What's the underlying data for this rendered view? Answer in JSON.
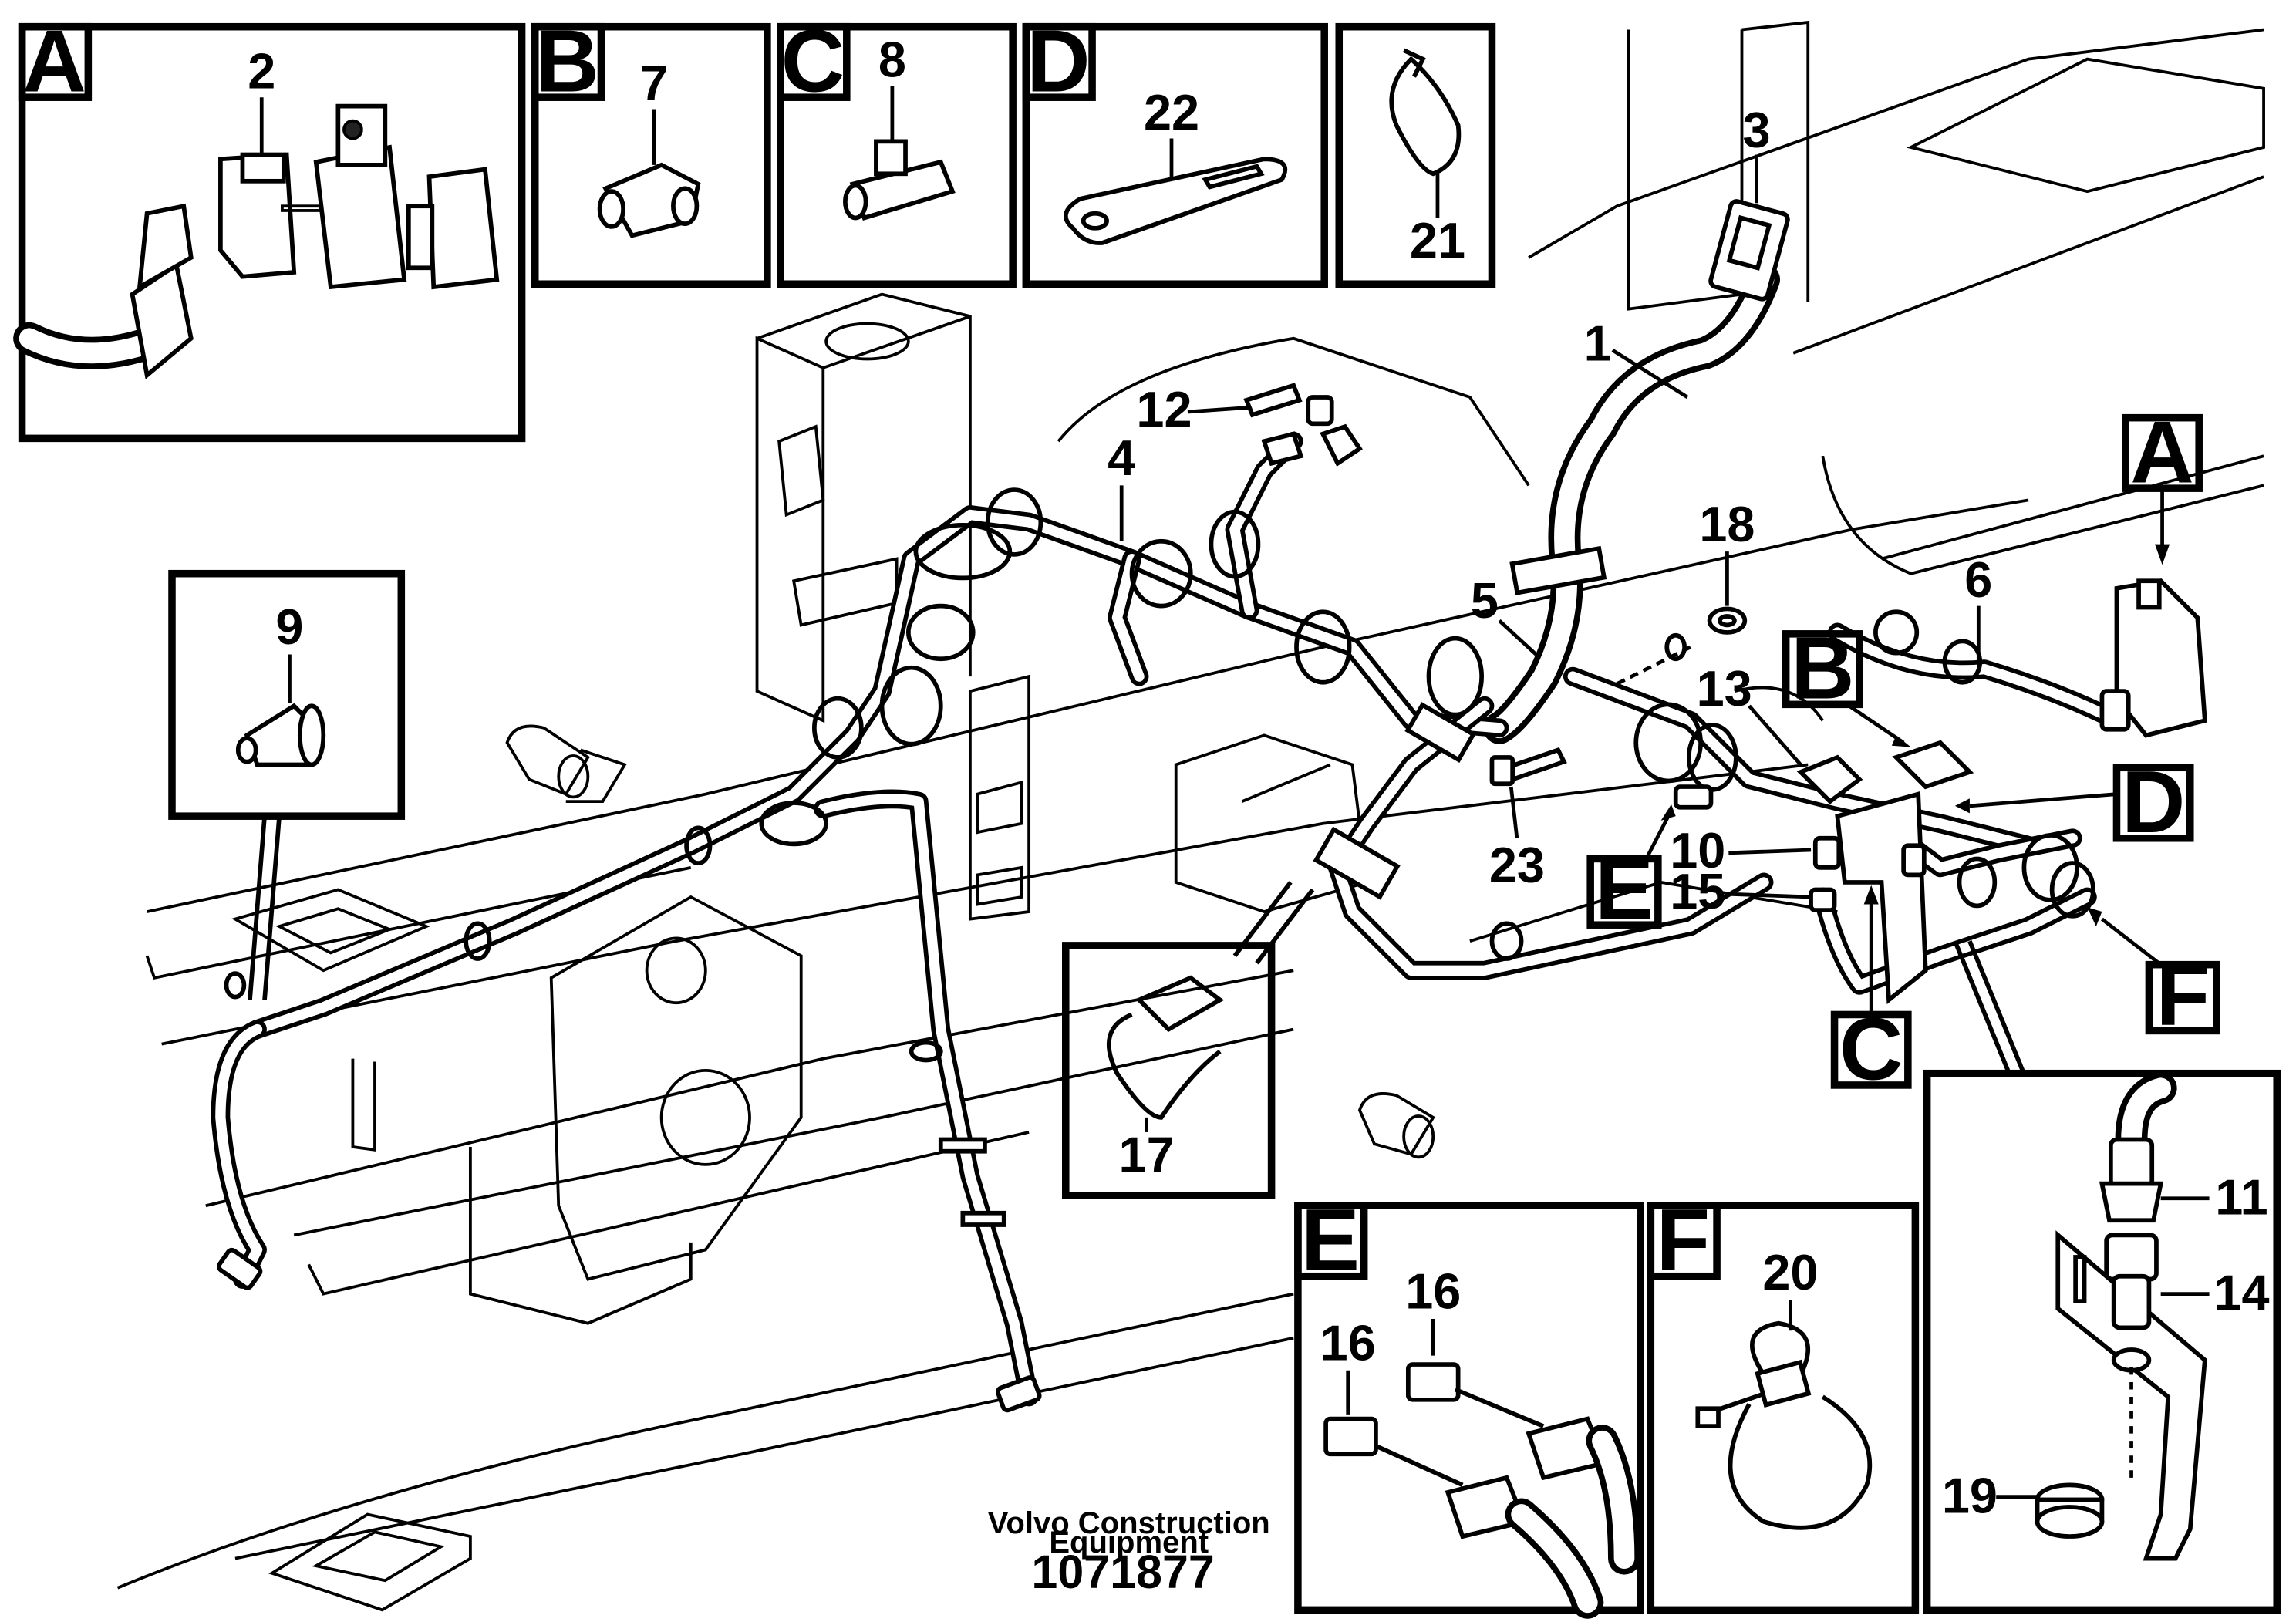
{
  "title_block": {
    "company_line1": "Volvo Construction",
    "company_line2": "Equipment",
    "drawing_number": "1071877"
  },
  "detail_views": [
    {
      "letter": "A",
      "parts": [
        "2"
      ]
    },
    {
      "letter": "B",
      "parts": [
        "7"
      ]
    },
    {
      "letter": "C",
      "parts": [
        "8"
      ]
    },
    {
      "letter": "D",
      "parts": [
        "22"
      ]
    },
    {
      "letter": "E",
      "parts": [
        "16",
        "16"
      ]
    },
    {
      "letter": "F",
      "parts": [
        "20"
      ]
    }
  ],
  "unlettered_details": [
    {
      "parts": [
        "21"
      ]
    },
    {
      "parts": [
        "9"
      ]
    },
    {
      "parts": [
        "17"
      ]
    },
    {
      "parts": [
        "11",
        "14",
        "19"
      ]
    }
  ],
  "main_view_callouts": [
    "1",
    "3",
    "4",
    "5",
    "6",
    "10",
    "12",
    "13",
    "15",
    "18",
    "23"
  ],
  "main_view_letters": [
    "A",
    "B",
    "C",
    "D",
    "E",
    "F"
  ],
  "labels": {
    "detA": "A",
    "detB": "B",
    "detC": "C",
    "detD": "D",
    "detE": "E",
    "detF": "F",
    "mainA": "A",
    "mainB": "B",
    "mainC": "C",
    "mainD": "D",
    "mainE": "E",
    "mainF": "F",
    "p1": "1",
    "p2": "2",
    "p3": "3",
    "p4": "4",
    "p5": "5",
    "p6": "6",
    "p7": "7",
    "p8": "8",
    "p9": "9",
    "p10": "10",
    "p11": "11",
    "p12": "12",
    "p13": "13",
    "p14": "14",
    "p15": "15",
    "p16a": "16",
    "p16b": "16",
    "p17": "17",
    "p18": "18",
    "p19": "19",
    "p20": "20",
    "p21": "21",
    "p22": "22",
    "p23": "23"
  }
}
